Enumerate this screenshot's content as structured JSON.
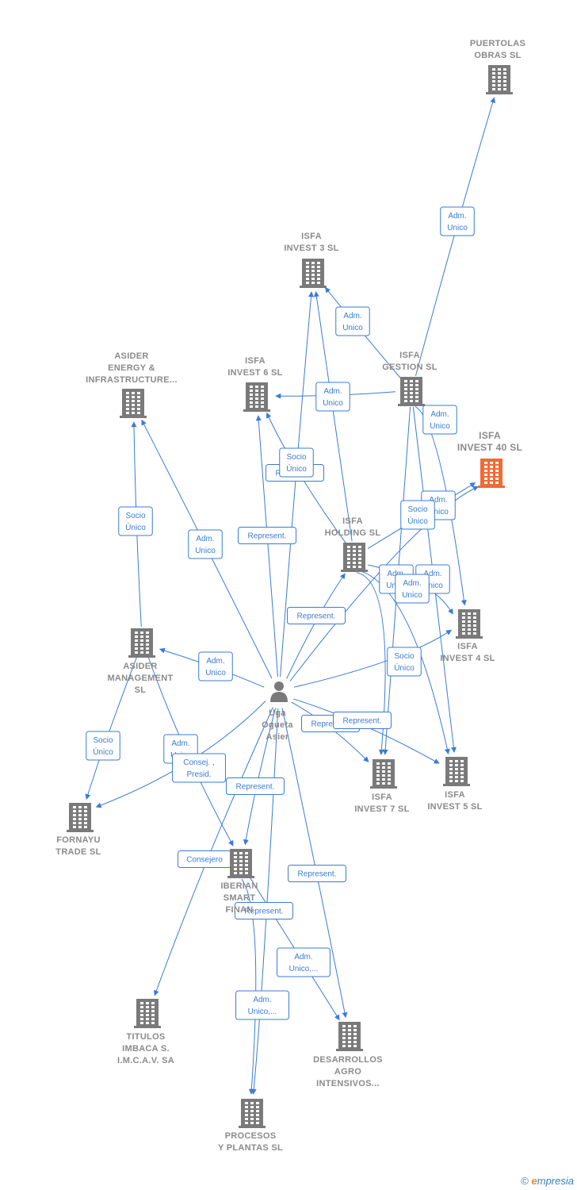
{
  "colors": {
    "edge": "#3a7bd5",
    "building": "#7a7a7a",
    "focus": "#f26a34",
    "label": "#8a8a8a"
  },
  "nodes": [
    {
      "id": "puertolas",
      "type": "company",
      "label": [
        "PUERTOLAS",
        "OBRAS  SL"
      ]
    },
    {
      "id": "isfa3",
      "type": "company",
      "label": [
        "ISFA",
        "INVEST 3  SL"
      ]
    },
    {
      "id": "asider_energy",
      "type": "company",
      "label": [
        "ASIDER",
        "ENERGY &",
        "INFRASTRUCTURE..."
      ]
    },
    {
      "id": "isfa6",
      "type": "company",
      "label": [
        "ISFA",
        "INVEST 6  SL"
      ]
    },
    {
      "id": "isfa_gestion",
      "type": "company",
      "label": [
        "ISFA",
        "GESTION  SL"
      ]
    },
    {
      "id": "isfa40",
      "type": "company-focus",
      "label": [
        "ISFA",
        "INVEST 40  SL"
      ]
    },
    {
      "id": "isfa_holding",
      "type": "company",
      "label": [
        "ISFA",
        "HOLDING  SL"
      ]
    },
    {
      "id": "isfa4",
      "type": "company",
      "label": [
        "ISFA",
        "INVEST 4  SL"
      ]
    },
    {
      "id": "asider_mgmt",
      "type": "company",
      "label": [
        "ASIDER",
        "MANAGEMENT",
        "SL"
      ]
    },
    {
      "id": "person",
      "type": "person",
      "label": [
        "Uga",
        "Ogueta",
        "Asier"
      ]
    },
    {
      "id": "isfa7",
      "type": "company",
      "label": [
        "ISFA",
        "INVEST 7  SL"
      ]
    },
    {
      "id": "isfa5",
      "type": "company",
      "label": [
        "ISFA",
        "INVEST 5  SL"
      ]
    },
    {
      "id": "fornayu",
      "type": "company",
      "label": [
        "FORNAYU",
        "TRADE  SL"
      ]
    },
    {
      "id": "iberian",
      "type": "company",
      "label": [
        "IBERIAN",
        "SMART",
        "FINAN"
      ]
    },
    {
      "id": "titulos",
      "type": "company",
      "label": [
        "TITULOS",
        "IMBACA S.",
        "I.M.C.A.V. SA"
      ]
    },
    {
      "id": "desarrollos",
      "type": "company",
      "label": [
        "DESARROLLOS",
        "AGRO",
        "INTENSIVOS..."
      ]
    },
    {
      "id": "procesos",
      "type": "company",
      "label": [
        "PROCESOS",
        "Y PLANTAS  SL"
      ]
    }
  ],
  "edges": [
    {
      "from": "isfa_gestion",
      "to": "puertolas",
      "label": [
        "Adm.",
        "Unico"
      ]
    },
    {
      "from": "isfa_gestion",
      "to": "isfa3",
      "label": [
        "Adm.",
        "Unico"
      ]
    },
    {
      "from": "isfa_gestion",
      "to": "isfa6",
      "label": [
        "Adm.",
        "Unico"
      ]
    },
    {
      "from": "isfa_gestion",
      "to": "isfa4",
      "label": [
        "Adm.",
        "Unico"
      ]
    },
    {
      "from": "isfa_gestion",
      "to": "isfa7",
      "label": []
    },
    {
      "from": "isfa_gestion",
      "to": "isfa5",
      "label": []
    },
    {
      "from": "isfa_holding",
      "to": "isfa6",
      "label": [
        "Represent."
      ]
    },
    {
      "from": "isfa_holding",
      "to": "isfa3",
      "label": []
    },
    {
      "from": "isfa_holding",
      "to": "isfa40",
      "label": [
        "Adm.",
        "Unico"
      ]
    },
    {
      "from": "isfa_holding",
      "to": "isfa4",
      "label": [
        "Adm.",
        "Unico"
      ]
    },
    {
      "from": "isfa_holding",
      "to": "isfa7",
      "label": [
        "Adm.",
        "Unico"
      ]
    },
    {
      "from": "isfa_holding",
      "to": "isfa5",
      "label": [
        "Adm.",
        "Unico"
      ]
    },
    {
      "from": "asider_mgmt",
      "to": "asider_energy",
      "label": [
        "Socio",
        "Único"
      ]
    },
    {
      "from": "asider_mgmt",
      "to": "fornayu",
      "label": [
        "Socio",
        "Único"
      ]
    },
    {
      "from": "asider_mgmt",
      "to": "iberian",
      "label": [
        "Adm.",
        "Unico"
      ]
    },
    {
      "from": "person",
      "to": "asider_energy",
      "label": [
        "Adm.",
        "Unico"
      ]
    },
    {
      "from": "person",
      "to": "isfa6",
      "label": [
        "Represent."
      ]
    },
    {
      "from": "person",
      "to": "isfa3",
      "label": [
        "Socio",
        "Único"
      ]
    },
    {
      "from": "person",
      "to": "isfa_holding",
      "label": [
        "Represent."
      ]
    },
    {
      "from": "person",
      "to": "asider_mgmt",
      "label": [
        "Adm.",
        "Unico"
      ]
    },
    {
      "from": "person",
      "to": "isfa40",
      "label": [
        "Socio",
        "Único"
      ]
    },
    {
      "from": "person",
      "to": "isfa4",
      "label": [
        "Socio",
        "Único"
      ]
    },
    {
      "from": "person",
      "to": "isfa7",
      "label": [
        "Represent."
      ]
    },
    {
      "from": "person",
      "to": "isfa5",
      "label": [
        "Represent."
      ]
    },
    {
      "from": "person",
      "to": "fornayu",
      "label": [
        "Consej. ,",
        "Presid."
      ]
    },
    {
      "from": "person",
      "to": "iberian",
      "label": [
        "Represent."
      ]
    },
    {
      "from": "person",
      "to": "titulos",
      "label": [
        "Consejero"
      ]
    },
    {
      "from": "person",
      "to": "desarrollos",
      "label": [
        "Represent."
      ]
    },
    {
      "from": "person",
      "to": "procesos",
      "label": [
        "Adm.",
        "Unico,..."
      ]
    },
    {
      "from": "iberian",
      "to": "desarrollos",
      "label": [
        "Adm.",
        "Unico,..."
      ]
    },
    {
      "from": "iberian",
      "to": "procesos",
      "label": [
        "Represent."
      ]
    }
  ],
  "footer": {
    "copyright": "©",
    "brand_first": "e",
    "brand_rest": "mpresia"
  }
}
